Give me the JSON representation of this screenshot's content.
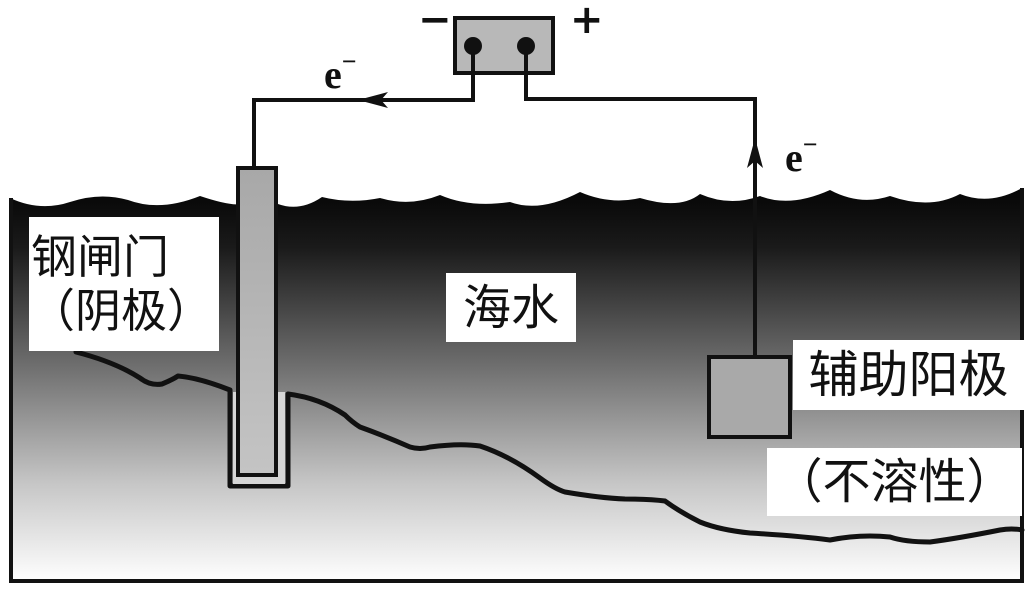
{
  "diagram": {
    "title": "外加电流的阴极保护法",
    "power_source": {
      "negative_terminal": "−",
      "positive_terminal": "+"
    },
    "electron_flow": {
      "left_label": "e",
      "left_charge": "−",
      "left_direction": "toward steel gate (leftward)",
      "right_label": "e",
      "right_charge": "−",
      "right_direction": "from auxiliary anode upward"
    },
    "labels": {
      "steel_gate_line1": "钢闸门",
      "steel_gate_line2": "（阴极）",
      "seawater": "海水",
      "aux_anode_line1": "辅助阳极",
      "aux_anode_line2": "（不溶性）"
    },
    "colors": {
      "water_top": "#0a0a0a",
      "water_bottom": "#ffffff",
      "electrode_fill": "#b0b0b0",
      "power_fill": "#b8b8b8",
      "line": "#111111"
    }
  }
}
